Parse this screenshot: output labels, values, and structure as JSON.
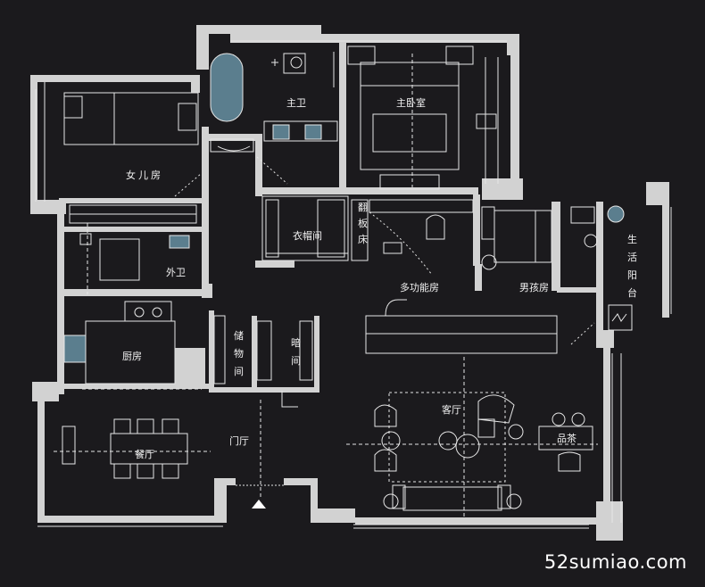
{
  "colors": {
    "background": "#1b1a1d",
    "wall": "#d4d4d4",
    "line": "#e8e8e8",
    "fixture": "#5b7e8e",
    "text": "#f2f2f2"
  },
  "rooms": {
    "master_bath": "主卫",
    "master_bedroom": "主卧室",
    "daughter_room": "女儿房",
    "cloakroom": "衣帽间",
    "folding_bed": "翻板床",
    "guest_bath": "外卫",
    "multi_function_room": "多功能房",
    "boy_room": "男孩房",
    "utility_balcony": "生活阳台",
    "kitchen": "厨房",
    "storage_room": "储物间",
    "dark_room": "暗间",
    "living_room": "客厅",
    "dining_room": "餐厅",
    "tea_area": "品茶",
    "foyer": "门厅"
  },
  "watermark": "52sumiao.com"
}
